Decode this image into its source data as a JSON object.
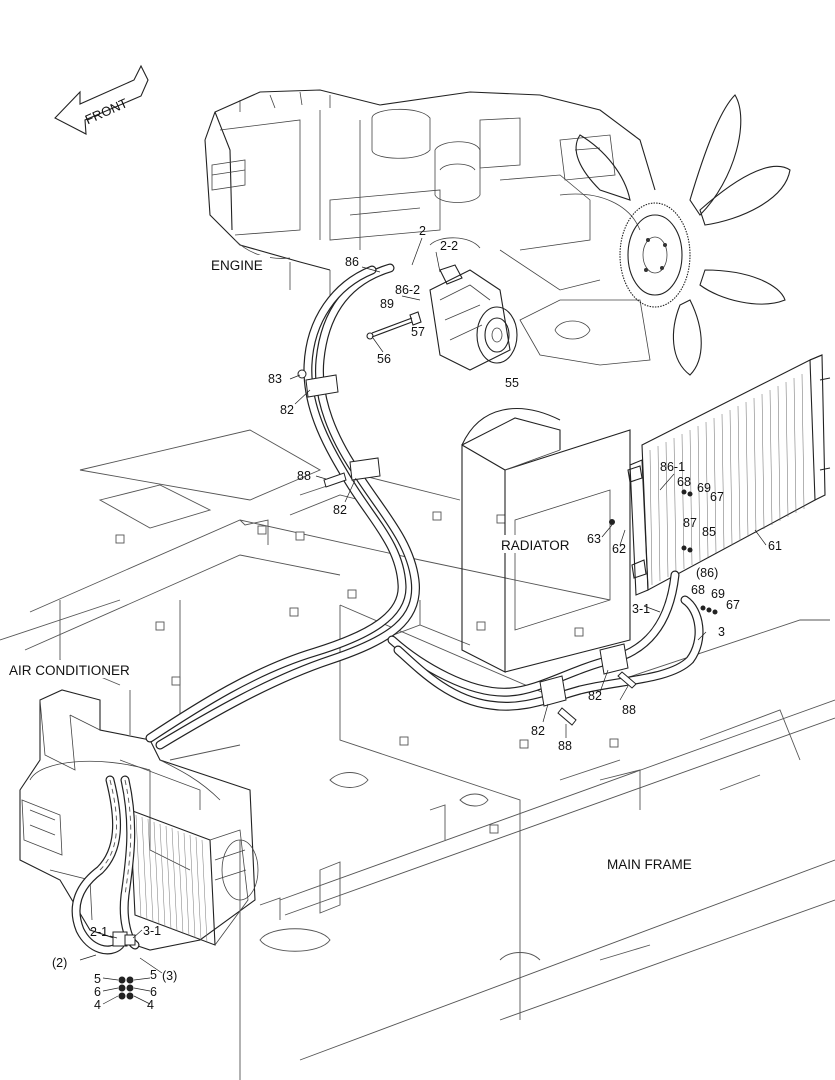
{
  "direction": {
    "label": "FRONT"
  },
  "area_labels": {
    "engine": "ENGINE",
    "radiator": "RADIATOR",
    "air_conditioner": "AIR CONDITIONER",
    "main_frame": "MAIN FRAME"
  },
  "callouts": {
    "c2": "2",
    "c2_2": "2-2",
    "c86": "86",
    "c86_2": "86-2",
    "c89": "89",
    "c57": "57",
    "c56": "56",
    "c55": "55",
    "c83": "83",
    "c82_upper": "82",
    "c88_mid": "88",
    "c82_mid": "82",
    "c86_1": "86-1",
    "c68_top": "68",
    "c69_top": "69",
    "c67_top": "67",
    "c87": "87",
    "c85": "85",
    "c63": "63",
    "c62": "62",
    "c61": "61",
    "c86_paren": "(86)",
    "c68_low": "68",
    "c69_low": "69",
    "c67_low": "67",
    "c3_1_right": "3-1",
    "c3_right": "3",
    "c82_right": "82",
    "c88_right": "88",
    "c82_low": "82",
    "c88_low": "88",
    "c2_1": "2-1",
    "c3_1_left": "3-1",
    "c2_paren": "(2)",
    "c3_paren": "(3)",
    "c5_left": "5",
    "c6_left": "6",
    "c4_left": "4",
    "c5_right": "5",
    "c6_right": "6",
    "c4_right": "4"
  }
}
